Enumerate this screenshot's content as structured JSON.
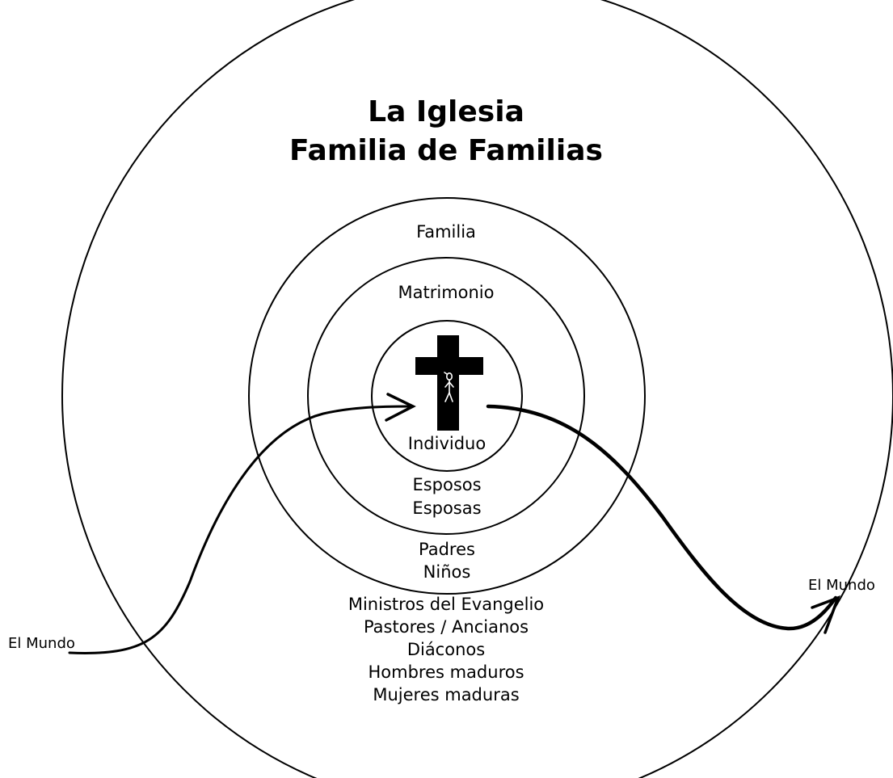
{
  "title": {
    "line1": "La Iglesia",
    "line2": "Familia de Familias"
  },
  "circles": {
    "family": {
      "label": "Familia"
    },
    "marriage": {
      "label": "Matrimonio"
    },
    "individual": {
      "label": "Individuo"
    }
  },
  "spouses": [
    "Esposos",
    "Esposas"
  ],
  "parents": [
    "Padres",
    "Niños"
  ],
  "church_roles": [
    "Ministros del Evangelio",
    "Pastores / Ancianos",
    "Diáconos",
    "Hombres maduros",
    "Mujeres maduras"
  ],
  "world_left": "El Mundo",
  "world_right": "El Mundo",
  "icons": {
    "center": "cross-icon",
    "figure": "crucified-figure-icon"
  },
  "colors": {
    "ink": "#000000",
    "background": "#ffffff"
  }
}
